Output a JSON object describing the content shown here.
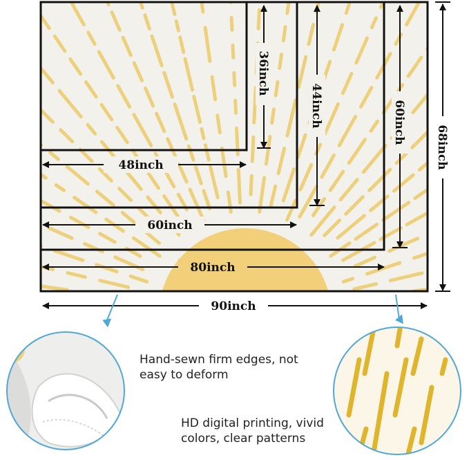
{
  "dimensions": {
    "width_48": "48inch",
    "width_60": "60inch",
    "width_80": "80inch",
    "width_90": "90inch",
    "height_36": "36inch",
    "height_44": "44inch",
    "height_60": "60inch",
    "height_68": "68inch"
  },
  "callouts": {
    "edges": "Hand-sewn firm edges, not easy to deform",
    "printing": "HD digital printing, vivid colors, clear patterns"
  },
  "colors": {
    "background": "#f3f1ec",
    "sun": "#f2d079",
    "ray": "#ecc85f",
    "frame": "#111111",
    "pointer": "#4fa8d8"
  }
}
